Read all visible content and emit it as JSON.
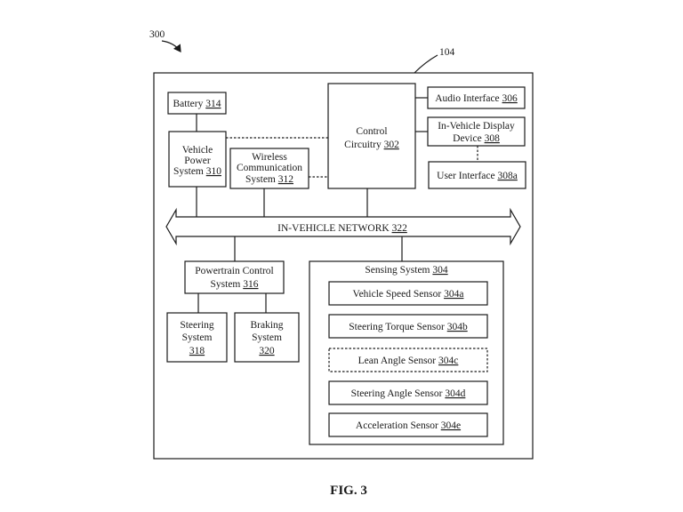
{
  "figure_ref": "300",
  "device_ref": "104",
  "caption": "FIG. 3",
  "battery": {
    "name": "Battery",
    "ref": "314"
  },
  "vehicle_power": {
    "lines": [
      "Vehicle",
      "Power",
      "System"
    ],
    "ref": "310"
  },
  "wireless": {
    "lines": [
      "Wireless",
      "Communication",
      "System"
    ],
    "ref": "312"
  },
  "control": {
    "lines": [
      "Control",
      "Circuitry"
    ],
    "ref": "302"
  },
  "audio": {
    "name": "Audio Interface",
    "ref": "306"
  },
  "display": {
    "lines": [
      "In-Vehicle Display",
      "Device"
    ],
    "ref": "308"
  },
  "user_interface": {
    "name": "User Interface",
    "ref": "308a"
  },
  "network": {
    "name": "IN-VEHICLE NETWORK",
    "ref": "322"
  },
  "powertrain": {
    "lines": [
      "Powertrain Control",
      "System"
    ],
    "ref": "316"
  },
  "steering": {
    "lines": [
      "Steering",
      "System"
    ],
    "ref": "318"
  },
  "braking": {
    "lines": [
      "Braking",
      "System"
    ],
    "ref": "320"
  },
  "sensing": {
    "name": "Sensing System",
    "ref": "304"
  },
  "sensors": [
    {
      "name": "Vehicle Speed Sensor",
      "ref": "304a"
    },
    {
      "name": "Steering Torque Sensor",
      "ref": "304b"
    },
    {
      "name": "Lean Angle Sensor",
      "ref": "304c"
    },
    {
      "name": "Steering Angle Sensor",
      "ref": "304d"
    },
    {
      "name": "Acceleration Sensor",
      "ref": "304e"
    }
  ]
}
